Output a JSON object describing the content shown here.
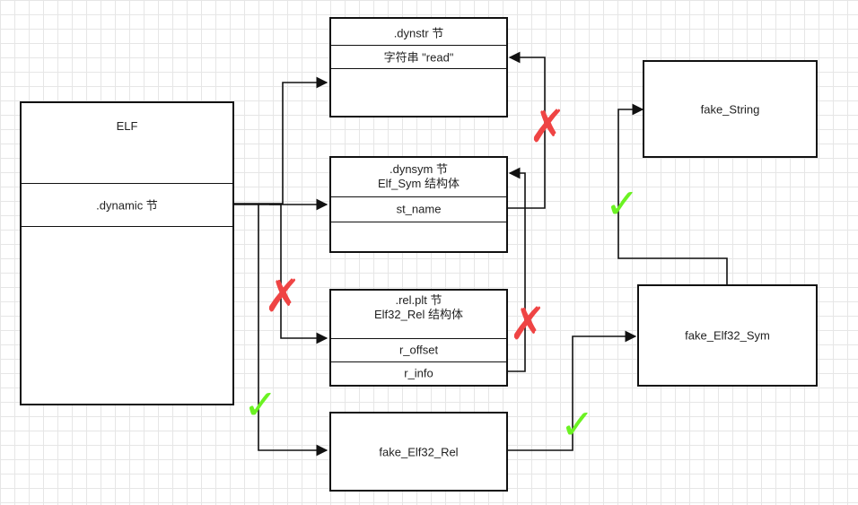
{
  "elf": {
    "title": "ELF",
    "dynamic": ".dynamic 节"
  },
  "dynstr": {
    "title": ".dynstr 节",
    "string_row": "字符串 \"read\""
  },
  "dynsym": {
    "title_line1": ".dynsym 节",
    "title_line2": "Elf_Sym 结构体",
    "st_name": "st_name"
  },
  "relplt": {
    "title_line1": ".rel.plt 节",
    "title_line2": "Elf32_Rel 结构体",
    "r_offset": "r_offset",
    "r_info": "r_info"
  },
  "fake": {
    "rel": "fake_Elf32_Rel",
    "sym": "fake_Elf32_Sym",
    "string": "fake_String"
  },
  "marks": {
    "cross": "✗",
    "check": "✓"
  },
  "colors": {
    "cross": "#ef4444",
    "check": "#6bf222",
    "line": "#111111"
  }
}
